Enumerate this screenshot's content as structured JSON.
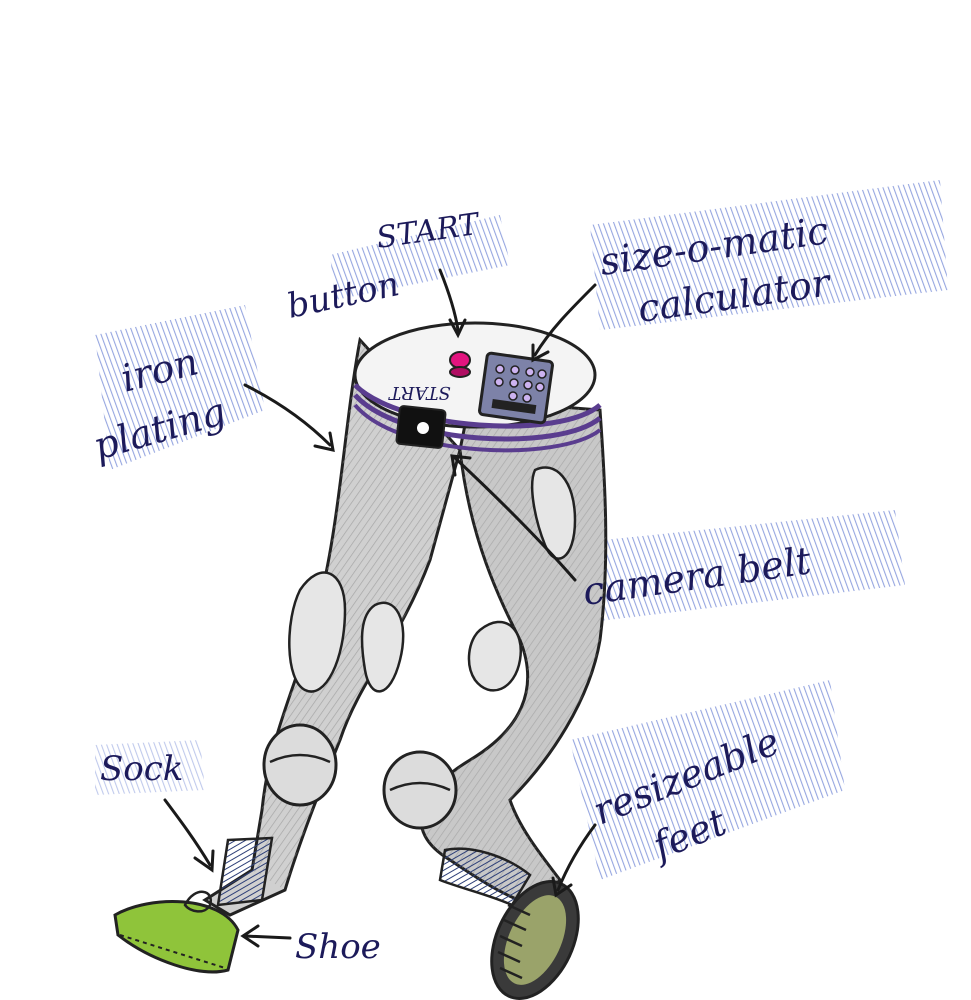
{
  "labels": {
    "start_word_1": "START",
    "start_word_2": "button",
    "calc_word_1": "size-o-matic",
    "calc_word_2": "calculator",
    "iron_word_1": "iron",
    "iron_word_2": "plating",
    "camera_belt": "camera belt",
    "sock": "Sock",
    "shoe": "Shoe",
    "feet_word_1": "resizeable",
    "feet_word_2": "feet",
    "belt_start": "START"
  },
  "colors": {
    "ink": "#1c1a5a",
    "blue_highlight": "#3f5cc7",
    "pants_gray": "#b9b9b9",
    "belt_purple": "#5a3d8f",
    "button_magenta": "#e2147f",
    "sock_blue": "#4a5f9a",
    "shoe_green": "#8fc43a"
  }
}
